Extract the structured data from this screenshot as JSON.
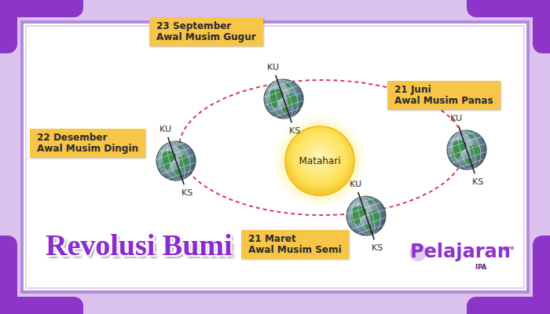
{
  "diagram": {
    "title": "Revolusi Bumi",
    "nodes": [
      {
        "text": [
          "23 September",
          "Awal Musim Gugur"
        ]
      },
      {
        "text": [
          "21 Juni",
          "Awal Musim Panas"
        ]
      },
      {
        "text": [
          "22 Desember",
          "Awal Musim Dingin"
        ]
      },
      {
        "text": [
          "Matahari"
        ]
      },
      {
        "text": [
          "21 Maret",
          "Awal Musim Semi"
        ]
      }
    ],
    "labels": [
      "KU",
      "KS",
      "KU",
      "KS",
      "KU",
      "KS",
      "KU",
      "KS",
      "Pelajaran",
      "pro",
      "IPA"
    ]
  }
}
